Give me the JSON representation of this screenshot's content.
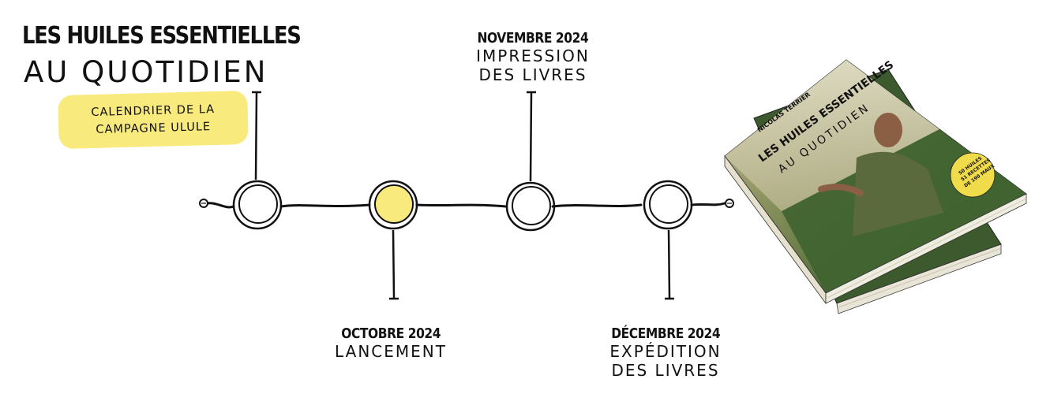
{
  "title": {
    "line1": "LES HUILES ESSENTIELLES",
    "line2": "AU QUOTIDIEN"
  },
  "badge": {
    "line1": "CALENDRIER DE LA",
    "line2": "CAMPAGNE ULULE",
    "color": "#f8ea7c"
  },
  "milestones": [
    {
      "date": "OCTOBRE 2024",
      "label_lines": [
        "LANCEMENT"
      ],
      "active": true
    },
    {
      "date": "NOVEMBRE 2024",
      "label_lines": [
        "IMPRESSION",
        "DES LIVRES"
      ],
      "active": false
    },
    {
      "date": "DÉCEMBRE 2024",
      "label_lines": [
        "EXPÉDITION",
        "DES LIVRES"
      ],
      "active": false
    }
  ],
  "book": {
    "title_line1": "LES HUILES ESSENTIELLES",
    "title_line2": "AU QUOTIDIEN",
    "author": "NICOLAS TERRIER",
    "sticker_line1": "50 HUILES",
    "sticker_line2": "51 RECETTES",
    "sticker_line3": "DE 190 MAUX"
  },
  "colors": {
    "accent": "#f8ea7c",
    "ink": "#111111"
  }
}
